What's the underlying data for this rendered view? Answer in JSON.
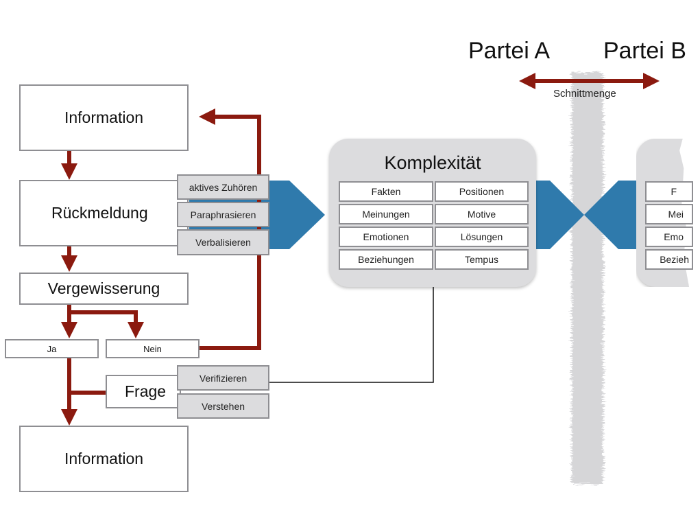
{
  "colors": {
    "flow_arrow": "#8b1a0f",
    "accent_blue": "#2f7aac",
    "panel": "#dcdcde",
    "border": "#8e8e92"
  },
  "parties": {
    "a": "Partei A",
    "b": "Partei B",
    "overlap": "Schnittmenge"
  },
  "flow": {
    "information_top": "Information",
    "rueckmeldung": "Rückmeldung",
    "vergewisserung": "Vergewisserung",
    "ja": "Ja",
    "nein": "Nein",
    "frage": "Frage",
    "information_bottom": "Information"
  },
  "rueckmeldung_tags": [
    "aktives Zuhören",
    "Paraphrasieren",
    "Verbalisieren"
  ],
  "frage_tags": [
    "Verifizieren",
    "Verstehen"
  ],
  "komplexitaet": {
    "title": "Komplexität",
    "cells": [
      "Fakten",
      "Positionen",
      "Meinungen",
      "Motive",
      "Emotionen",
      "Lösungen",
      "Beziehungen",
      "Tempus"
    ]
  },
  "mirror_cells": [
    "F",
    "Mei",
    "Emo",
    "Bezieh"
  ]
}
